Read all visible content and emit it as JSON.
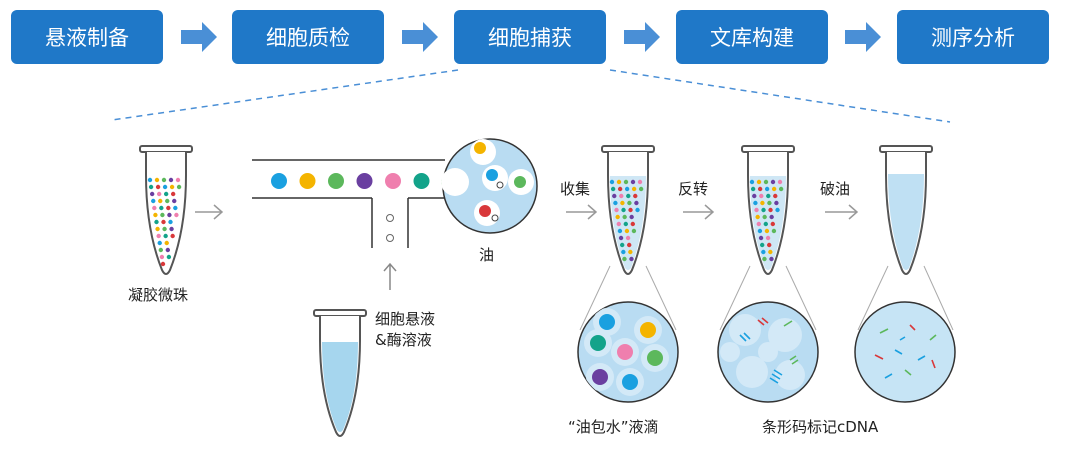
{
  "steps": [
    {
      "label": "悬液制备"
    },
    {
      "label": "细胞质检"
    },
    {
      "label": "细胞捕获"
    },
    {
      "label": "文库构建"
    },
    {
      "label": "测序分析"
    }
  ],
  "labels": {
    "gel_beads": "凝胶微珠",
    "oil": "油",
    "cell_suspension_line1": "细胞悬液",
    "cell_suspension_line2": "&酶溶液",
    "collect": "收集",
    "reverse": "反转",
    "break_oil": "破油",
    "oil_in_water": "“油包水”液滴",
    "barcoded_cdna": "条形码标记cDNA"
  },
  "colors": {
    "step_fill": "#1f78c8",
    "arrow_fill": "#4a8fd6",
    "bead_colors": [
      "#1aa0e0",
      "#f4b400",
      "#5cb85c",
      "#6a3fa0",
      "#ef7fae",
      "#13a38a",
      "#d9383a"
    ]
  }
}
